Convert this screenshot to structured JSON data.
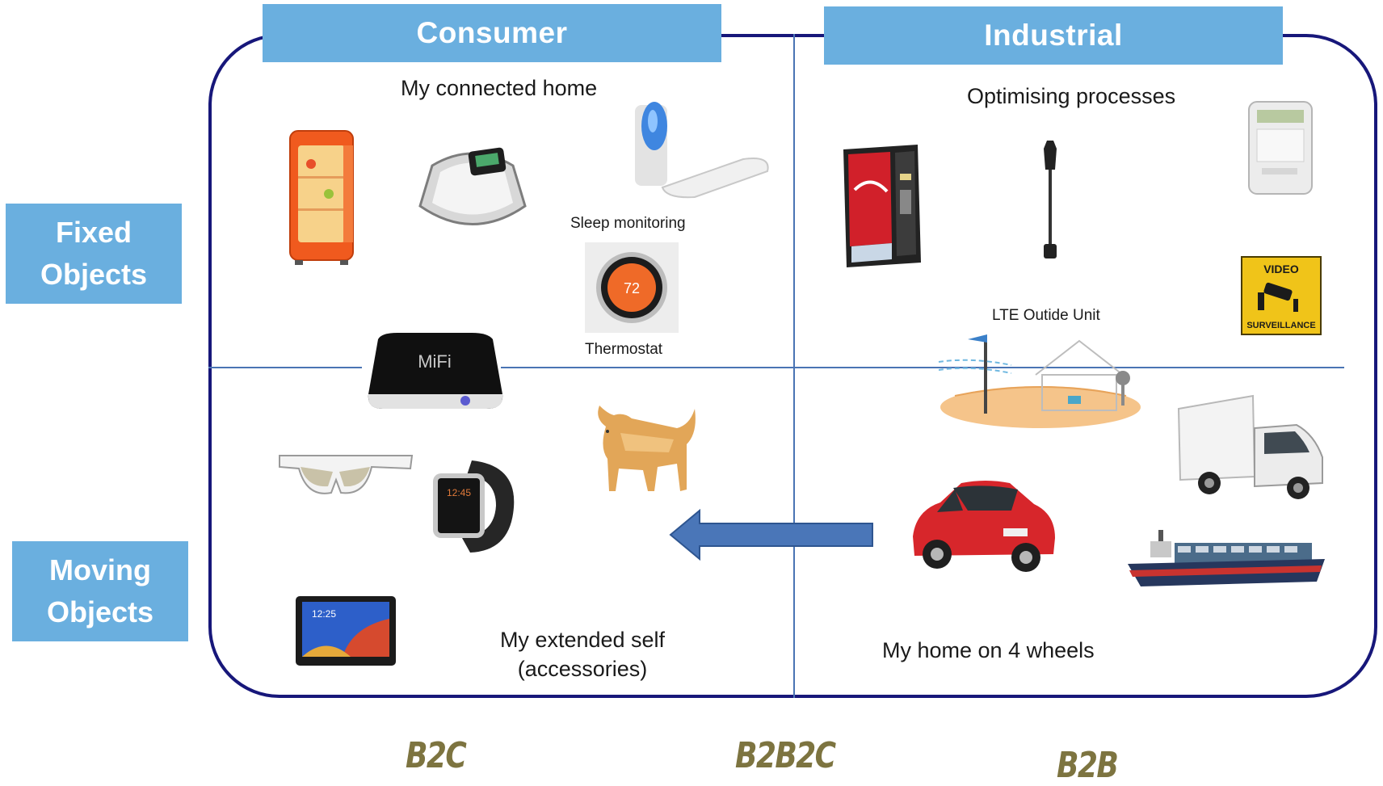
{
  "headers": {
    "consumer": "Consumer",
    "industrial": "Industrial"
  },
  "rows": {
    "fixed": [
      "Fixed",
      "Objects"
    ],
    "moving": [
      "Moving",
      "Objects"
    ]
  },
  "quadrant_labels": {
    "connected_home": "My connected home",
    "optimising": "Optimising processes",
    "extended_self": [
      "My extended self",
      "(accessories)"
    ],
    "home_on_wheels": "My home on 4 wheels"
  },
  "device_labels": {
    "sleep": "Sleep monitoring",
    "thermostat": "Thermostat",
    "lte": "LTE Outide Unit",
    "mifi": "MiFi",
    "thermostat_value": "72",
    "watch_time": "12:45",
    "tablet_time": "12:25",
    "video_sign_top": "VIDEO",
    "video_sign_bottom": "SURVEILLANCE"
  },
  "business_models": {
    "b2c": "B2C",
    "b2b2c": "B2B2C",
    "b2b": "B2B"
  },
  "colors": {
    "header_blue": "#6aafdf",
    "frame": "#17177a",
    "arrow": "#4a76b8",
    "biz_text": "#7d7440"
  }
}
